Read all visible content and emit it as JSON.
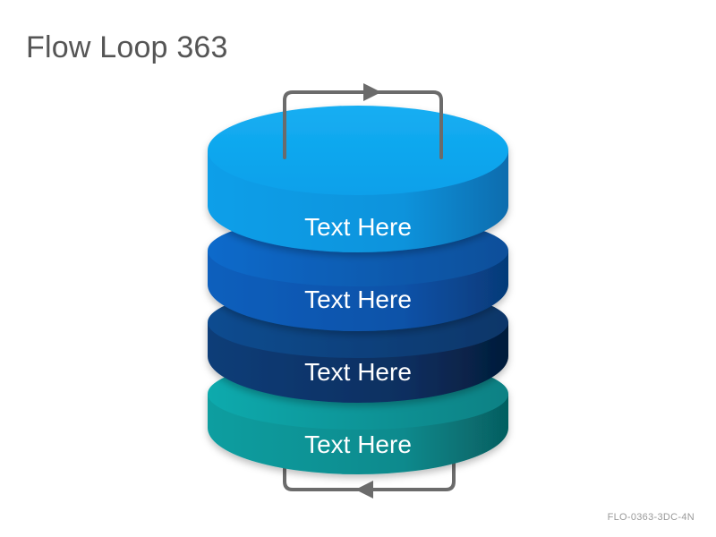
{
  "title": "Flow Loop 363",
  "footer_code": "FLO-0363-3DC-4N",
  "layers": [
    {
      "label": "Text Here",
      "top_color": "#0aa7ee",
      "side_light": "#0e9ee8",
      "side_dark": "#0a72b6",
      "rim": "#1aa9f0"
    },
    {
      "label": "Text Here",
      "top_color": "#0a67c6",
      "side_light": "#0b5cb8",
      "side_dark": "#063a78",
      "rim": "#0b63c0"
    },
    {
      "label": "Text Here",
      "top_color": "#0e4a8e",
      "side_light": "#0c3a74",
      "side_dark": "#051f40",
      "rim": "#0d4585"
    },
    {
      "label": "Text Here",
      "top_color": "#0aa5a8",
      "side_light": "#0a9a9c",
      "side_dark": "#066366",
      "rim": "#0aa2a5"
    }
  ],
  "arrow_color": "#6b6b6b"
}
